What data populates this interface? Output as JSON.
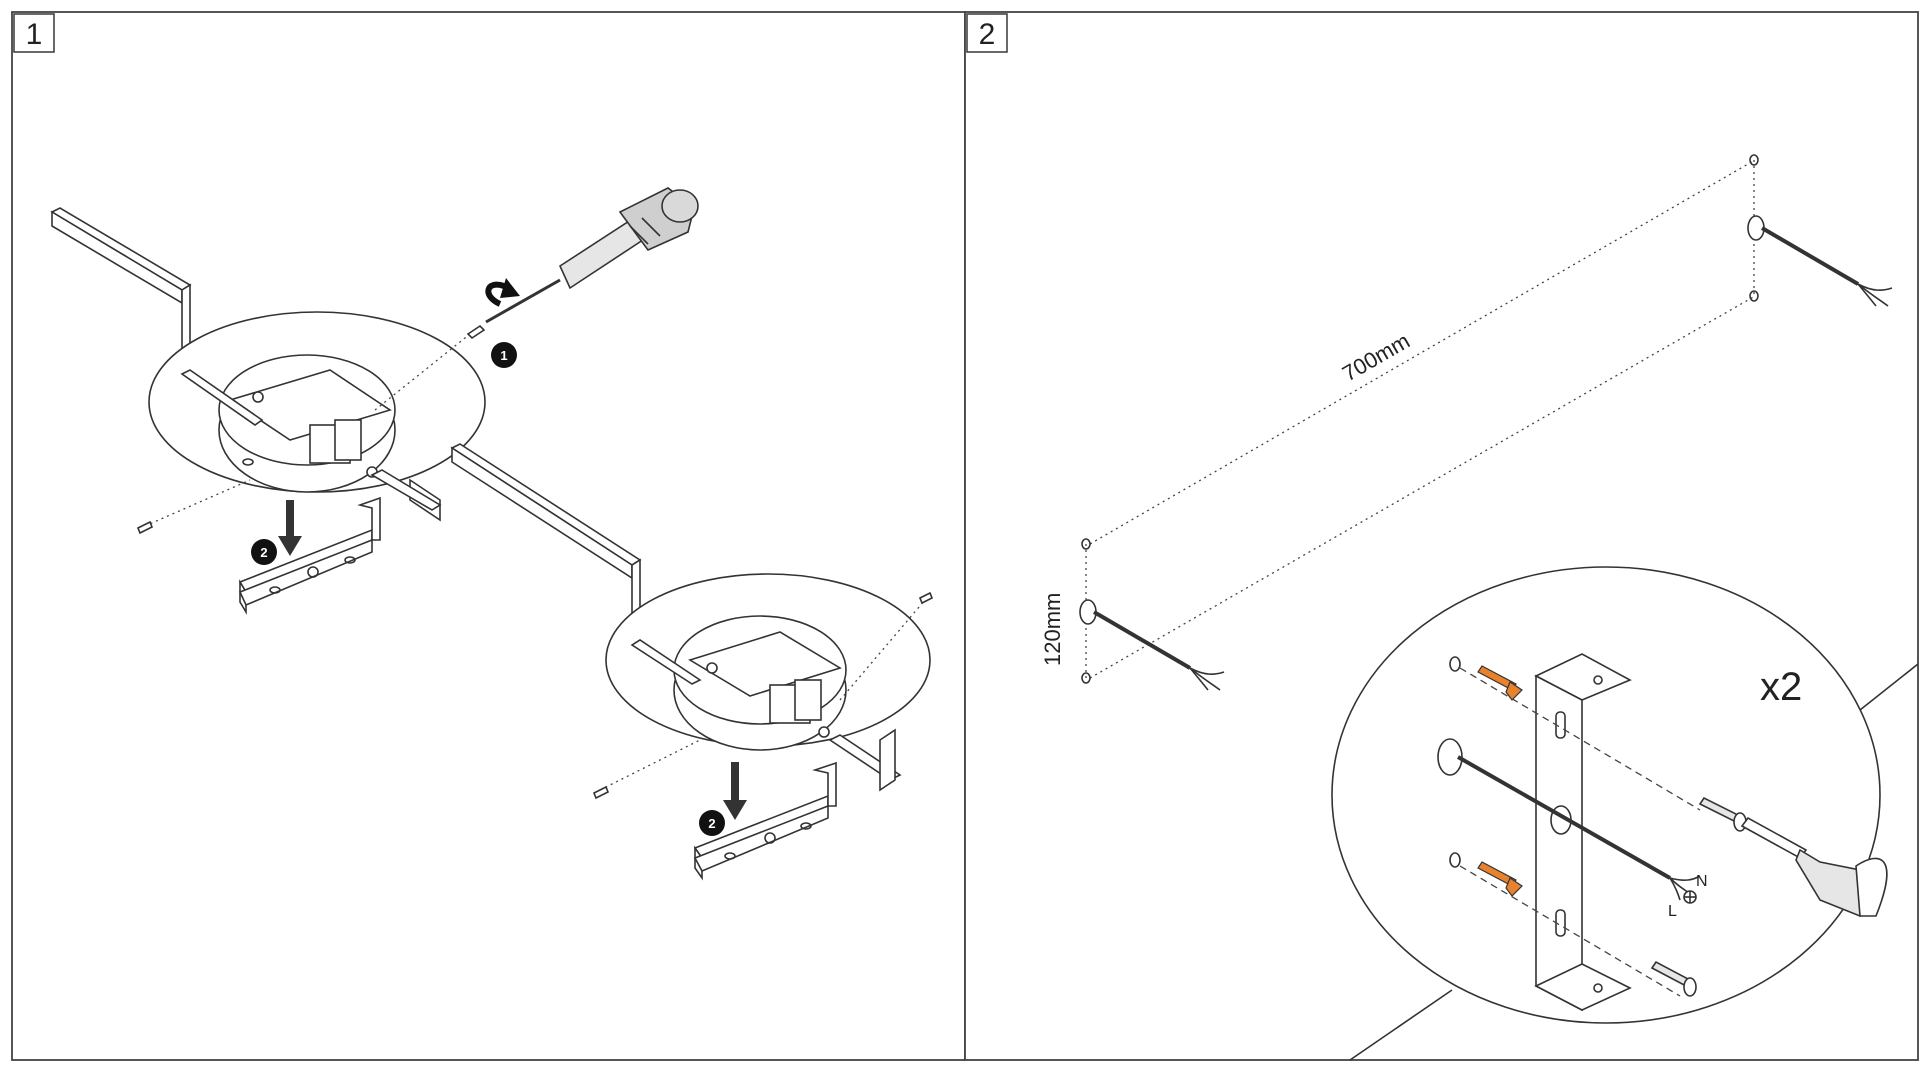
{
  "panels": [
    {
      "number": "1"
    },
    {
      "number": "2"
    }
  ],
  "step_badges": [
    "1",
    "2",
    "2"
  ],
  "dimensions": {
    "width": "700mm",
    "height": "120mm"
  },
  "detail": {
    "multiplier": "x2",
    "wire_labels": {
      "neutral": "N",
      "live": "L"
    }
  },
  "colors": {
    "anchor": "#e8822c",
    "line": "#333333",
    "badge": "#111111"
  },
  "icons": [
    "screwdriver-icon",
    "rotate-arrow-icon",
    "down-arrow-icon",
    "earth-symbol-icon"
  ]
}
